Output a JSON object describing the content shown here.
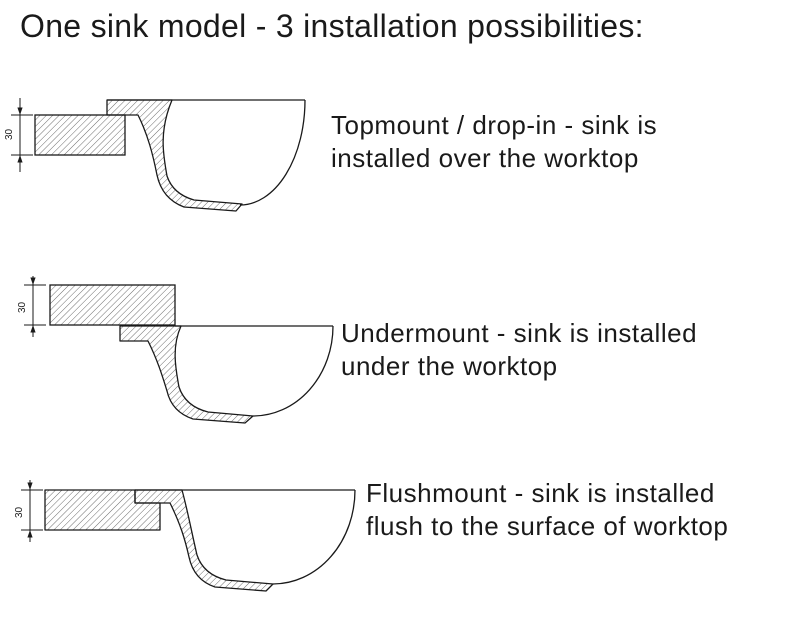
{
  "title": "One sink model - 3 installation possibilities:",
  "diagrams": [
    {
      "id": "topmount",
      "dimension": "30",
      "caption_line1": "Topmount / drop-in - sink is",
      "caption_line2": "installed over the worktop"
    },
    {
      "id": "undermount",
      "dimension": "30",
      "caption_line1": "Undermount - sink is installed",
      "caption_line2": "under the worktop"
    },
    {
      "id": "flushmount",
      "dimension": "30",
      "caption_line1": "Flushmount - sink is installed",
      "caption_line2": "flush to the surface of worktop"
    }
  ]
}
